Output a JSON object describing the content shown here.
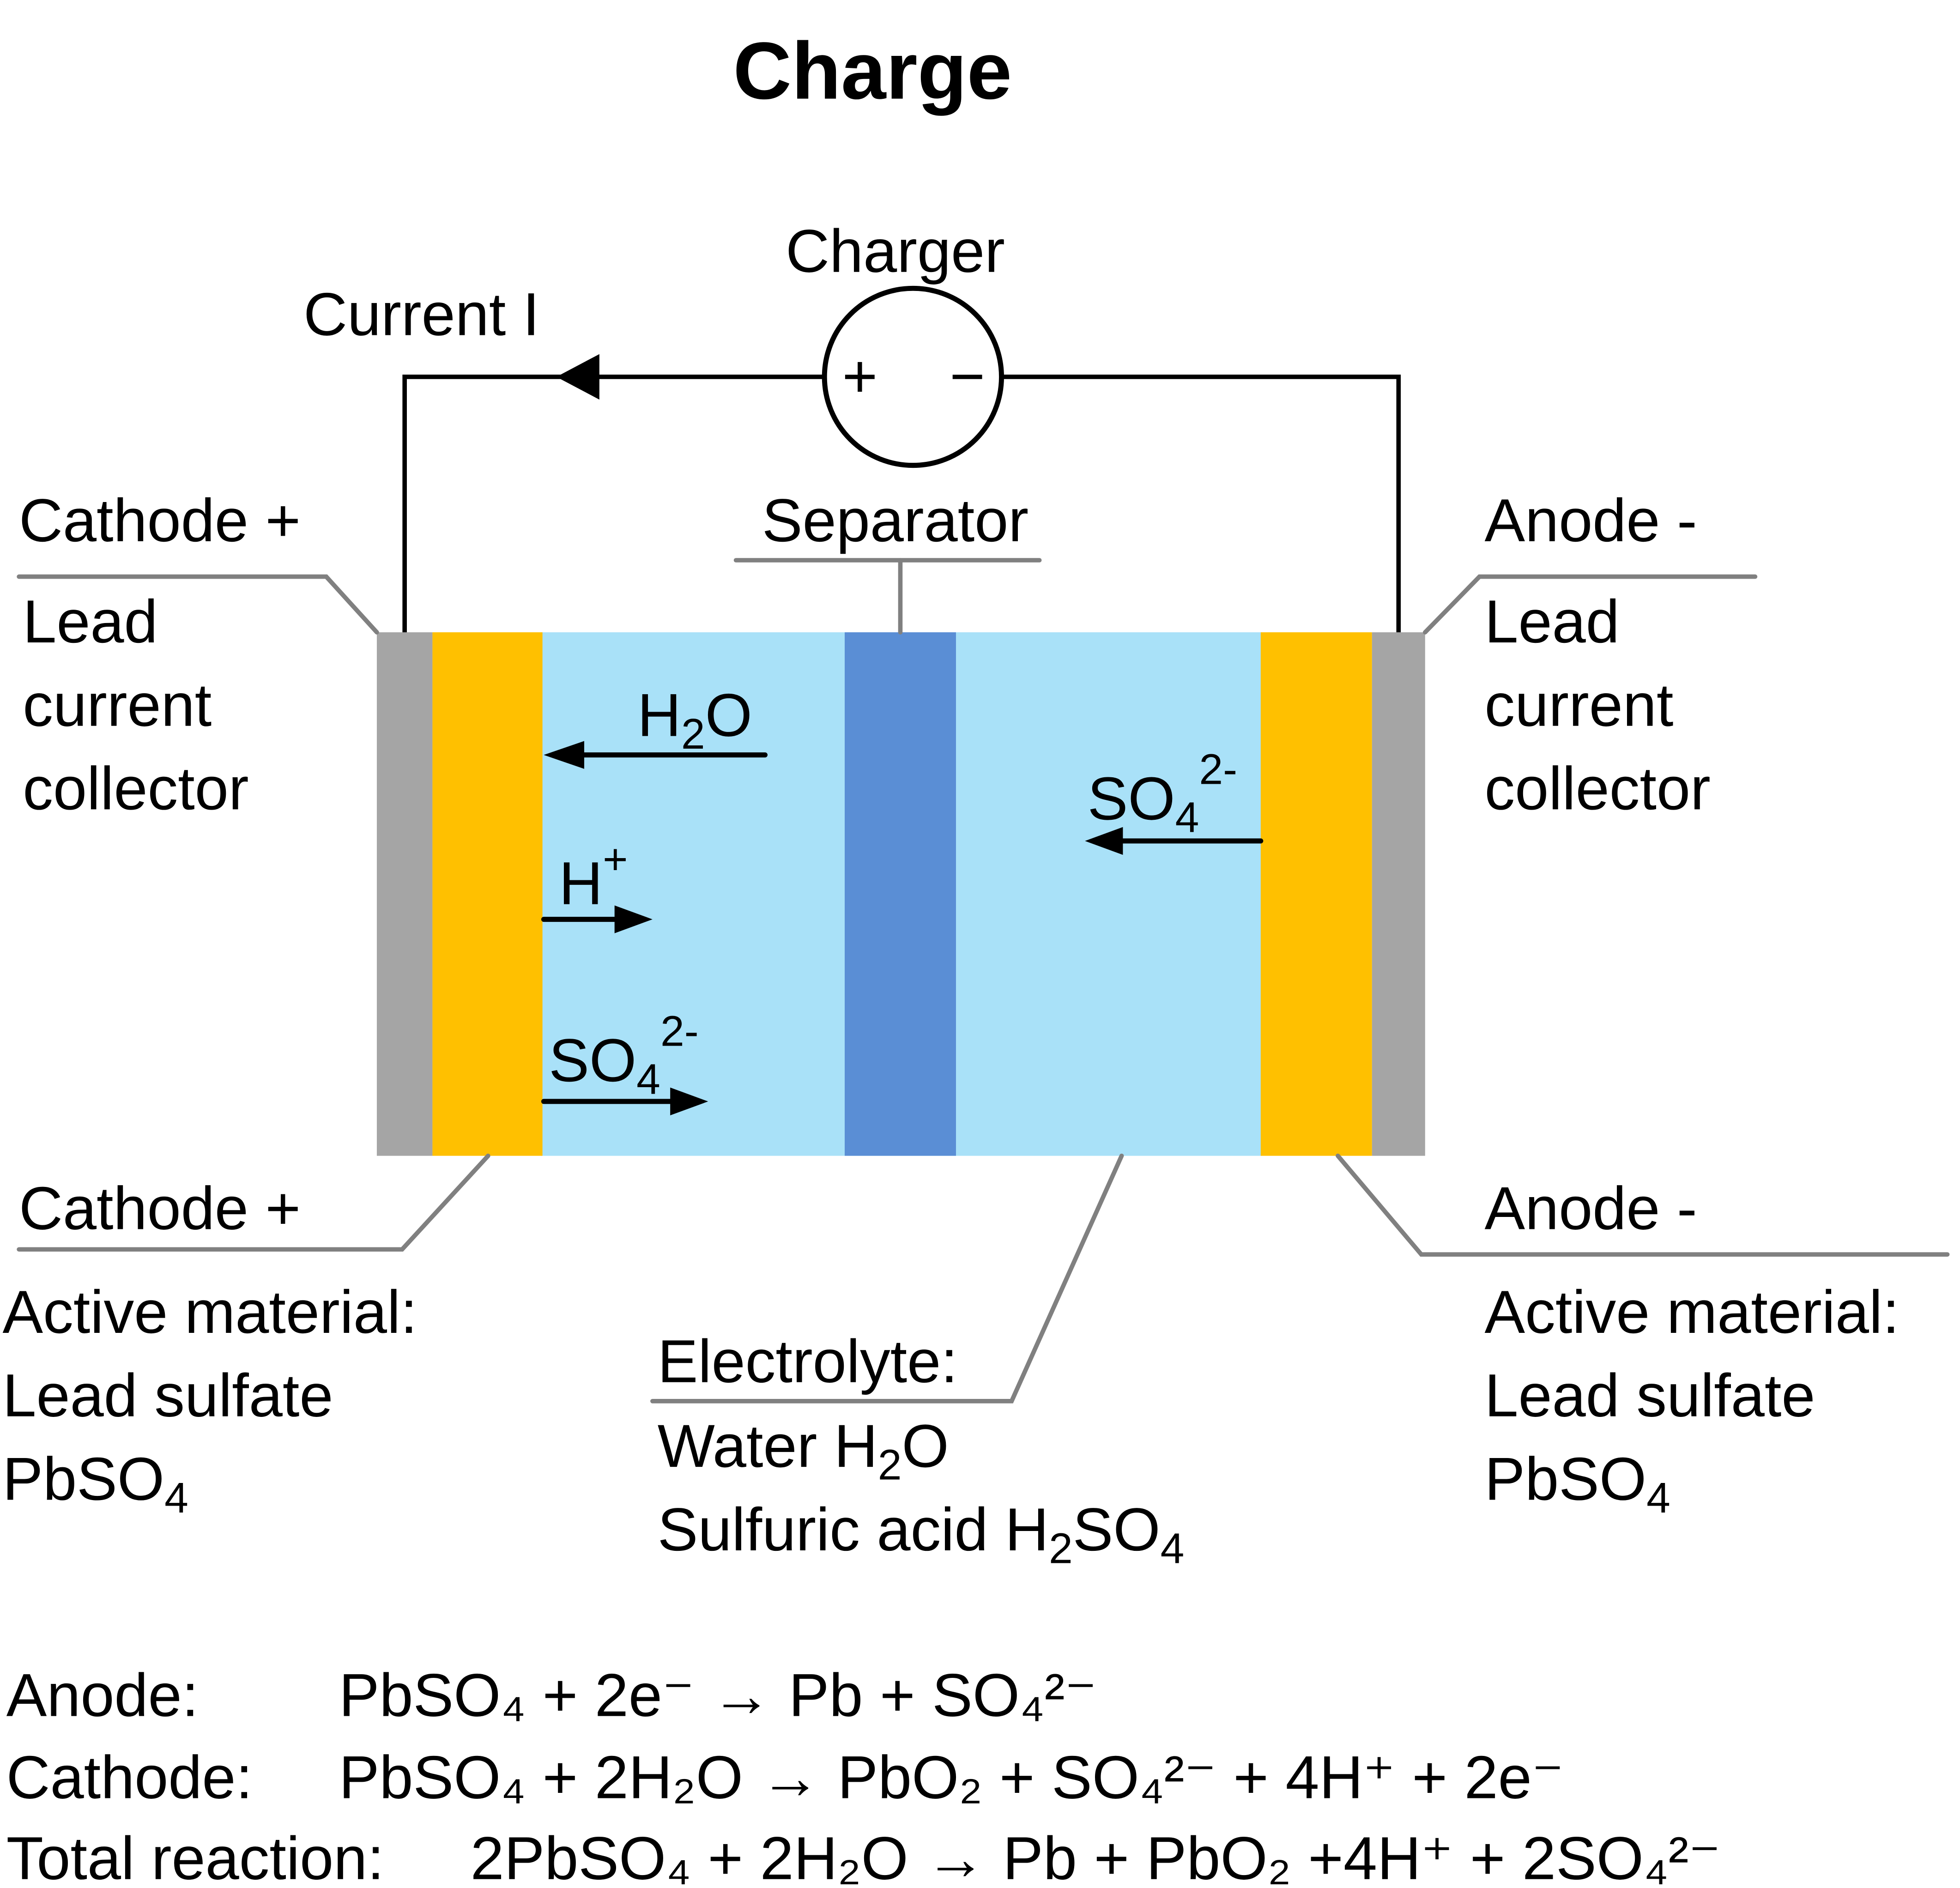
{
  "title": "Charge",
  "circuit": {
    "charger_label": "Charger",
    "plus": "+",
    "minus": "−",
    "current_label": "Current I"
  },
  "colors": {
    "current_collector": "#A5A5A5",
    "active_material": "#FFC000",
    "electrolyte": "#A9E1F8",
    "separator": "#5A8ED5",
    "leader_line": "#808080"
  },
  "labels": {
    "cathode_top": "Cathode +",
    "cathode_collector": [
      "Lead",
      "current",
      "collector"
    ],
    "separator": "Separator",
    "anode_top": "Anode -",
    "anode_collector": [
      "Lead",
      "current",
      "collector"
    ],
    "cathode_bottom": "Cathode +",
    "cathode_active": [
      "Active material:",
      "Lead sulfate",
      "PbSO"
    ],
    "cathode_active_sub": "4",
    "anode_bottom": "Anode -",
    "anode_active": [
      "Active material:",
      "Lead sulfate",
      "PbSO"
    ],
    "anode_active_sub": "4",
    "electrolyte_title": "Electrolyte:",
    "electrolyte_water": "Water H",
    "electrolyte_water_sub": "2",
    "electrolyte_water_end": "O",
    "electrolyte_acid": "Sulfuric acid H",
    "electrolyte_acid_sub": "2",
    "electrolyte_acid_mid": "SO",
    "electrolyte_acid_sub2": "4"
  },
  "ions": {
    "h2o": {
      "main": "H",
      "sub": "2",
      "end": "O",
      "direction": "left"
    },
    "hplus": {
      "main": "H",
      "sup": "+",
      "direction": "right"
    },
    "so4_left": {
      "main": "SO",
      "sub": "4",
      "sup": "2-",
      "direction": "right"
    },
    "so4_right": {
      "main": "SO",
      "sub": "4",
      "sup": "2-",
      "direction": "left"
    }
  },
  "equations": {
    "anode_label": "Anode:",
    "cathode_label": "Cathode:",
    "total_label": "Total reaction:",
    "anode": "PbSO₄ + 2e⁻ → Pb + SO₄²⁻",
    "cathode": "PbSO₄ + 2H₂O → PbO₂ + SO₄²⁻ + 4H⁺ + 2e⁻",
    "total": "2PbSO₄ + 2H₂O → Pb + PbO₂ +4H⁺ + 2SO₄²⁻"
  }
}
